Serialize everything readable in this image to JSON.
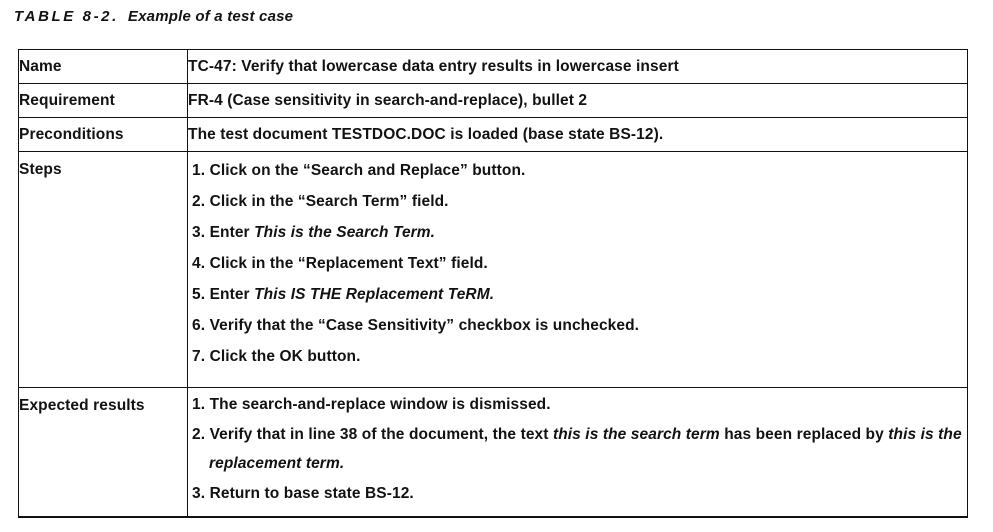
{
  "title": {
    "label": "TABLE 8-2.",
    "caption": "Example of a test case"
  },
  "table": {
    "rows": [
      {
        "label": "Name",
        "content": "TC-47: Verify that lowercase data entry results in lowercase insert"
      },
      {
        "label": "Requirement",
        "content": "FR-4 (Case sensitivity in search-and-replace), bullet 2"
      },
      {
        "label": "Preconditions",
        "content": "The test document TESTDOC.DOC is loaded (base state BS-12)."
      },
      {
        "label": "Steps",
        "items": [
          {
            "num": "1.",
            "segments": [
              {
                "t": "Click on the “Search and Replace” button."
              }
            ]
          },
          {
            "num": "2.",
            "segments": [
              {
                "t": "Click in the “Search Term” field."
              }
            ]
          },
          {
            "num": "3.",
            "segments": [
              {
                "t": "Enter "
              },
              {
                "t": "This is the Search Term.",
                "style": "italic"
              }
            ]
          },
          {
            "num": "4.",
            "segments": [
              {
                "t": "Click in the “Replacement Text” field."
              }
            ]
          },
          {
            "num": "5.",
            "segments": [
              {
                "t": "Enter "
              },
              {
                "t": "This IS THE Replacement TeRM.",
                "style": "italic"
              }
            ]
          },
          {
            "num": "6.",
            "segments": [
              {
                "t": "Verify that the “Case Sensitivity” checkbox is unchecked."
              }
            ]
          },
          {
            "num": "7.",
            "segments": [
              {
                "t": "Click the OK button."
              }
            ]
          }
        ]
      },
      {
        "label": "Expected results",
        "items": [
          {
            "num": "1.",
            "segments": [
              {
                "t": "The search-and-replace window is dismissed."
              }
            ]
          },
          {
            "num": "2.",
            "segments": [
              {
                "t": "Verify that in line 38 of the document, the text "
              },
              {
                "t": "this is the search term",
                "style": "italic"
              },
              {
                "t": " has been replaced by "
              },
              {
                "t": "this is the replacement term.",
                "style": "italic"
              }
            ]
          },
          {
            "num": "3.",
            "segments": [
              {
                "t": "Return to base state BS-12."
              }
            ]
          }
        ]
      }
    ]
  }
}
